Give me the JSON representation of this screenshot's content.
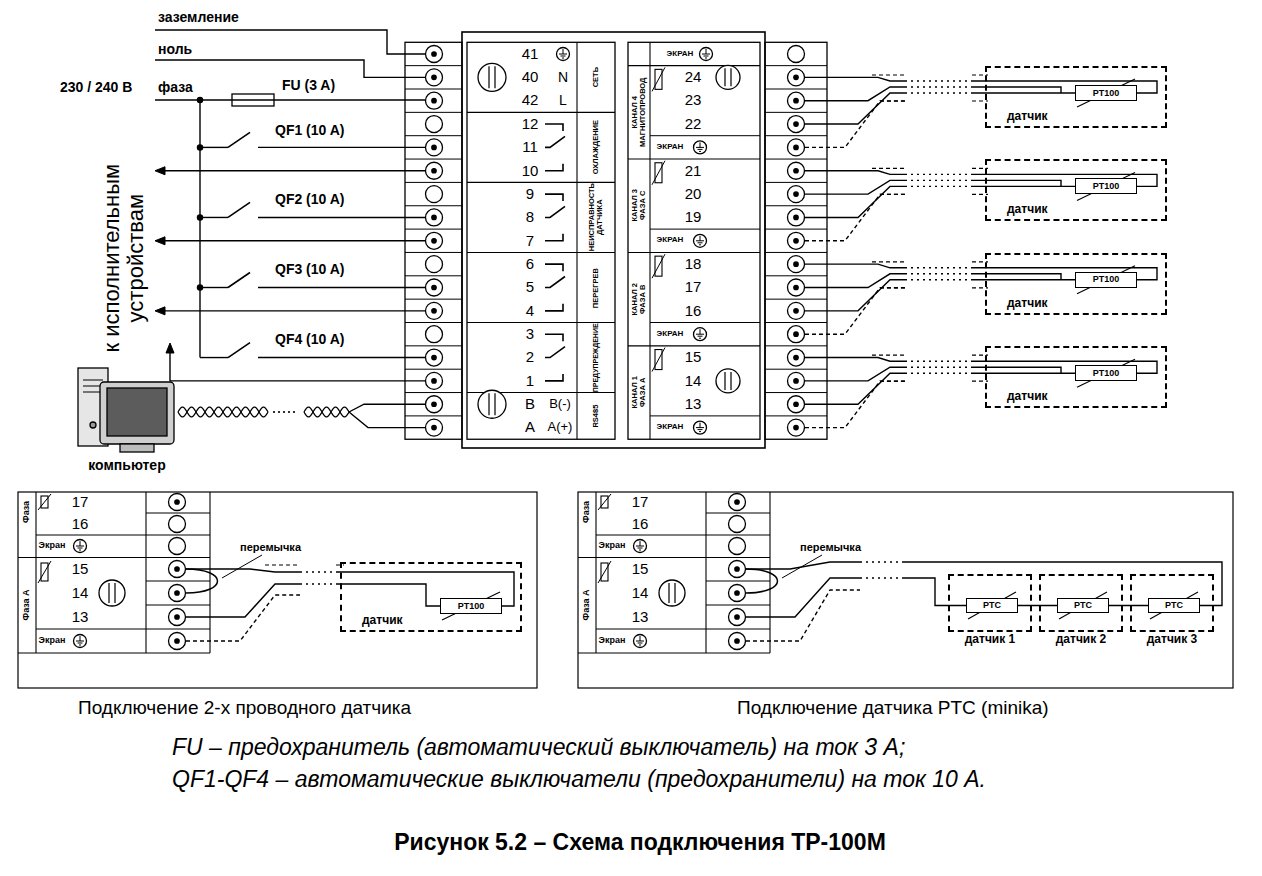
{
  "diagram": {
    "caption": "Рисунок 5.2 – Схема подключения ТР-100М",
    "nodes": [
      {
        "text": [
          "датчик"
        ]
      },
      {
        "text": [
          "PT100"
        ],
        "in": 0
      },
      {
        "text": [
          "датчик"
        ]
      },
      {
        "text": [
          "PT100"
        ],
        "in": 2
      },
      {
        "text": [
          "датчик"
        ]
      },
      {
        "text": [
          "PT100"
        ],
        "in": 4
      },
      {
        "text": [
          "датчик"
        ]
      },
      {
        "text": [
          "PT100"
        ],
        "in": 6
      },
      {
        "text": [
          "датчик"
        ]
      },
      {
        "text": [
          "PT100"
        ],
        "in": 8
      },
      {
        "text": [
          "датчик 1"
        ]
      },
      {
        "text": [
          "PTC"
        ],
        "in": 10
      },
      {
        "text": [
          "датчик 2"
        ]
      },
      {
        "text": [
          "PTC"
        ],
        "in": 12
      },
      {
        "text": [
          "датчик 3"
        ]
      },
      {
        "text": [
          "PTC"
        ],
        "in": 14
      }
    ],
    "edges": [
      {
        "from": 11,
        "to": 13,
        "arrow": "none"
      },
      {
        "from": 13,
        "to": 15,
        "arrow": "none"
      }
    ],
    "labels": [
      "заземление",
      "ноль",
      "230 / 240 В",
      "фаза",
      "FU (3 A)",
      "QF1 (10 A)",
      "QF2 (10 A)",
      "QF3 (10 A)",
      "QF4 (10 A)",
      "к исполнительным устройствам",
      "компьютер",
      "41",
      "40",
      "42",
      "12",
      "11",
      "10",
      "9",
      "8",
      "7",
      "6",
      "5",
      "4",
      "3",
      "2",
      "1",
      "B",
      "A",
      "N",
      "L",
      "B(-)",
      "A(+)",
      "СЕТЬ",
      "ОХЛАЖДЕНИЕ",
      "НЕИСПРАВНОСТЬ ДАТЧИКА",
      "ПЕРЕГРЕВ",
      "ПРЕДУПРЕЖДЕНИЕ",
      "RS485",
      "ЭКРАН",
      "24",
      "23",
      "22",
      "ЭКРАН",
      "21",
      "20",
      "19",
      "ЭКРАН",
      "18",
      "17",
      "16",
      "ЭКРАН",
      "15",
      "14",
      "13",
      "ЭКРАН",
      "КАНАЛ 4 МАГНИТОПРОВОД",
      "КАНАЛ 3 ФАЗА С",
      "КАНАЛ 2 ФАЗА В",
      "КАНАЛ 1 ФАЗА А",
      "Фаза",
      "17",
      "16",
      "Экран",
      "Фаза А",
      "15",
      "14",
      "13",
      "Экран",
      "перемычка",
      "Фаза",
      "17",
      "16",
      "Экран",
      "Фаза А",
      "15",
      "14",
      "13",
      "Экран",
      "перемычка",
      "Подключение 2-х проводного датчика",
      "Подключение датчика PTC (minika)",
      "FU – предохранитель (автоматический выключатель) на ток 3 А;",
      "QF1-QF4 – автоматические выключатели (предохранители) на ток 10 А."
    ]
  }
}
